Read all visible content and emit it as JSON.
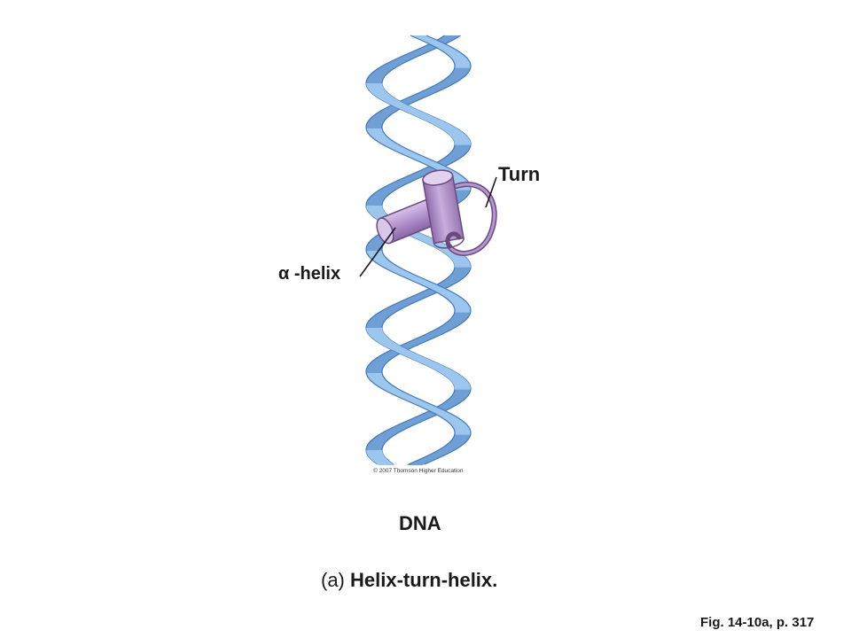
{
  "labels": {
    "turn": "Turn",
    "alpha_helix": "α -helix",
    "dna": "DNA",
    "copyright": "© 2007 Thomson Higher Education"
  },
  "caption": {
    "part": "(a)",
    "text": "Helix-turn-helix."
  },
  "figure_ref": "Fig. 14-10a, p. 317",
  "colors": {
    "dna_ribbon": "#8fbce8",
    "dna_edge": "#3f78b8",
    "protein": "#b895cf",
    "protein_edge": "#6a4a80",
    "leader_line": "#1a1a1a"
  }
}
